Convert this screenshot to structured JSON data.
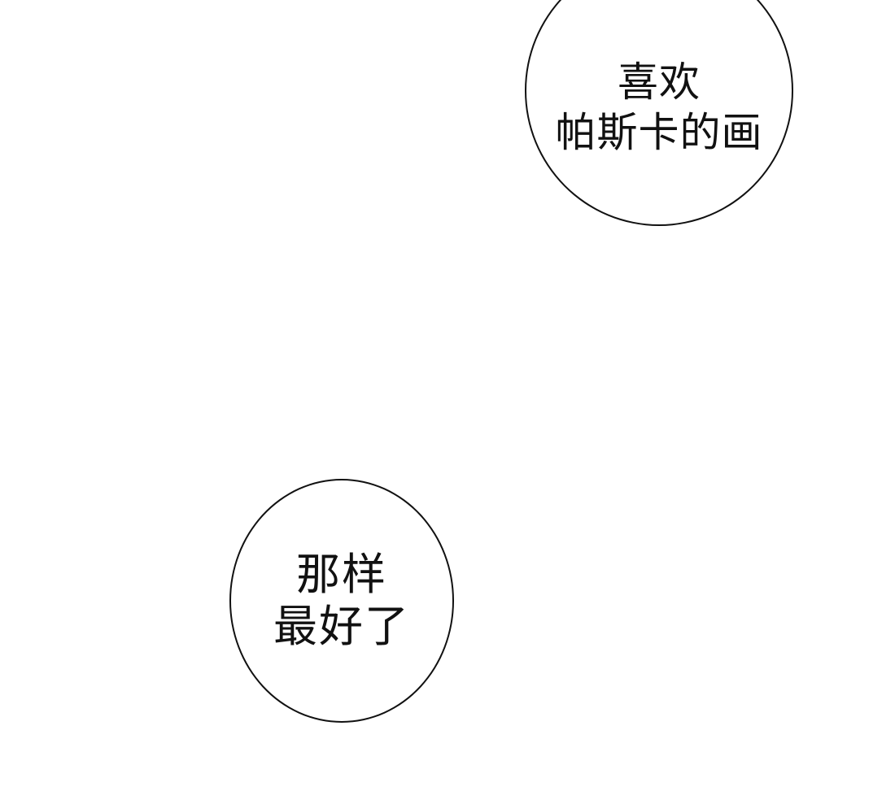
{
  "bubbles": {
    "top": {
      "lines": [
        "喜欢",
        "帕斯卡的画"
      ]
    },
    "bottom": {
      "lines": [
        "那样",
        "最好了"
      ]
    }
  },
  "colors": {
    "background": "#ffffff",
    "ink": "#111111"
  }
}
